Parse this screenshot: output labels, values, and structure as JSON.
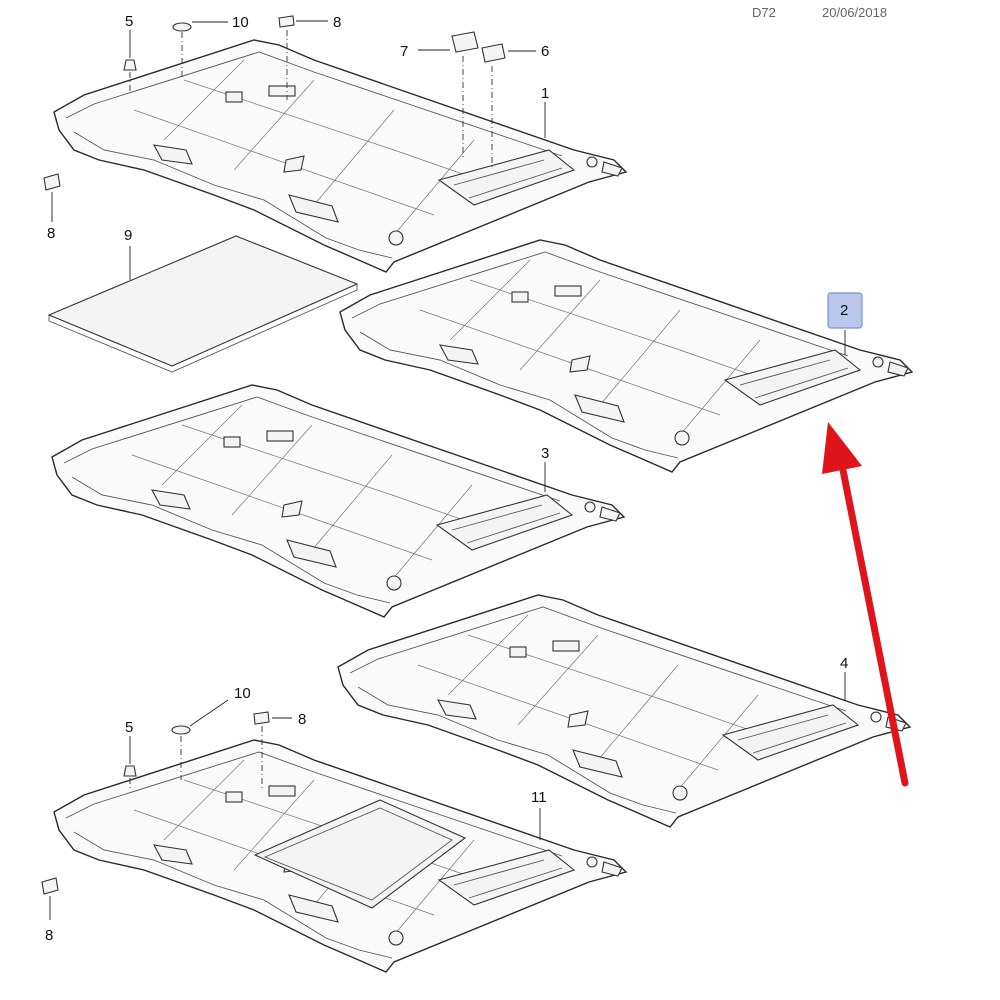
{
  "header": {
    "sheet_code": "D72",
    "date": "20/06/2018"
  },
  "callouts": {
    "c1": "1",
    "c2": "2",
    "c3": "3",
    "c4": "4",
    "c5_top": "5",
    "c5_bottom": "5",
    "c6": "6",
    "c7": "7",
    "c8_top_clip": "8",
    "c8_top_left": "8",
    "c8_bottom_clip": "8",
    "c8_bottom_left": "8",
    "c9": "9",
    "c10_top": "10",
    "c10_bottom": "10",
    "c11": "11"
  },
  "colors": {
    "highlight_fill": "#b9c7ec",
    "arrow": "#e0141b"
  }
}
